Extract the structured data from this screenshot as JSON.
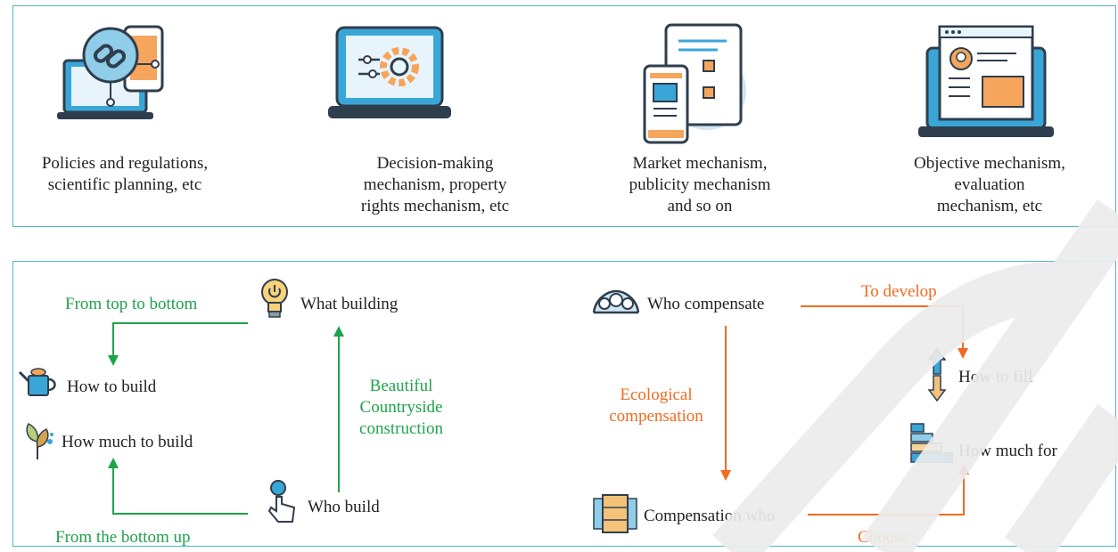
{
  "colors": {
    "panel_border": "#4fb7c5",
    "green_arrow": "#1fa34a",
    "orange_arrow": "#f26a21",
    "icon_dark": "#2f3e4d",
    "icon_blue": "#3aa6d8",
    "icon_orange": "#f5a55c"
  },
  "top": {
    "items": [
      {
        "icon": "laptop-link-phone-icon",
        "caption": "Policies and regulations,\nscientific planning, etc"
      },
      {
        "icon": "laptop-gear-icon",
        "caption": "Decision-making\nmechanism, property\nrights mechanism, etc"
      },
      {
        "icon": "tablet-phone-icon",
        "caption": "Market mechanism,\npublicity mechanism\nand so on"
      },
      {
        "icon": "laptop-profile-icon",
        "caption": "Objective mechanism,\nevaluation\nmechanism, etc"
      }
    ]
  },
  "left": {
    "what_building": "What building",
    "how_to_build": "How to build",
    "how_much_to_build": "How much to build",
    "who_build": "Who build",
    "from_top_to_bottom": "From top to bottom",
    "from_bottom_up": "From the bottom up",
    "beautiful_countryside": "Beautiful\nCountryside\nconstruction"
  },
  "right": {
    "who_compensate": "Who compensate",
    "how_to_fill": "How to fill",
    "how_much_for": "How much for",
    "compensation_who": "Compensation who",
    "to_develop": "To develop",
    "ecological_compensation": "Ecological\ncompensation",
    "choose": "Choose"
  }
}
